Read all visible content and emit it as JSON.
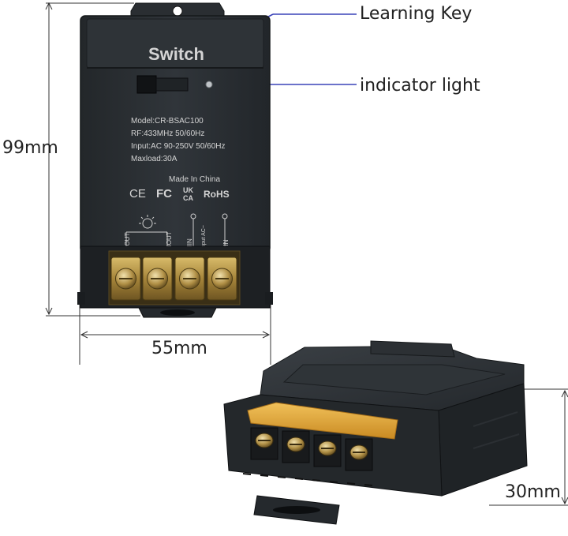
{
  "callouts": {
    "learning_key": "Learning Key",
    "indicator_light": "indicator light"
  },
  "dimensions": {
    "height": "99mm",
    "width": "55mm",
    "depth": "30mm"
  },
  "device": {
    "brand_mark": "Switch",
    "spec_lines": [
      "Model:CR-BSAC100",
      "RF:433MHz 50/60Hz",
      "Input:AC 90-250V 50/60Hz",
      "Maxload:30A"
    ],
    "made_in": "Made In China",
    "certifications": {
      "ce": "CE",
      "fc": "FC",
      "ukca_top": "UK",
      "ukca_bottom": "CA",
      "rohs": "RoHS"
    },
    "terminals": {
      "l_out": "LOUT",
      "n_out": "NOUT",
      "n_in": "NIN",
      "input": "Input AC~",
      "l_in": "LIN"
    }
  },
  "colors": {
    "device_body": "#2b2f33",
    "device_dark": "#1c1f22",
    "terminal_brass": "#b99a4a",
    "terminal_cover": "#e0a838",
    "callout_line": "#3a43b8",
    "dimension_line": "#333333"
  }
}
